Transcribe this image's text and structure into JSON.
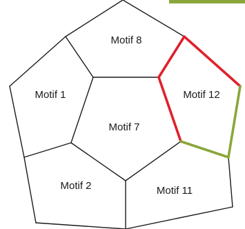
{
  "motifs": {
    "m8": "Motif 8",
    "m1": "Motif 1",
    "m12": "Motif 12",
    "m7": "Motif 7",
    "m2": "Motif 2",
    "m11": "Motif 11"
  },
  "colors": {
    "outline": "#1a1a1a",
    "highlight_red": "#e0202a",
    "highlight_green": "#8aa63a"
  }
}
